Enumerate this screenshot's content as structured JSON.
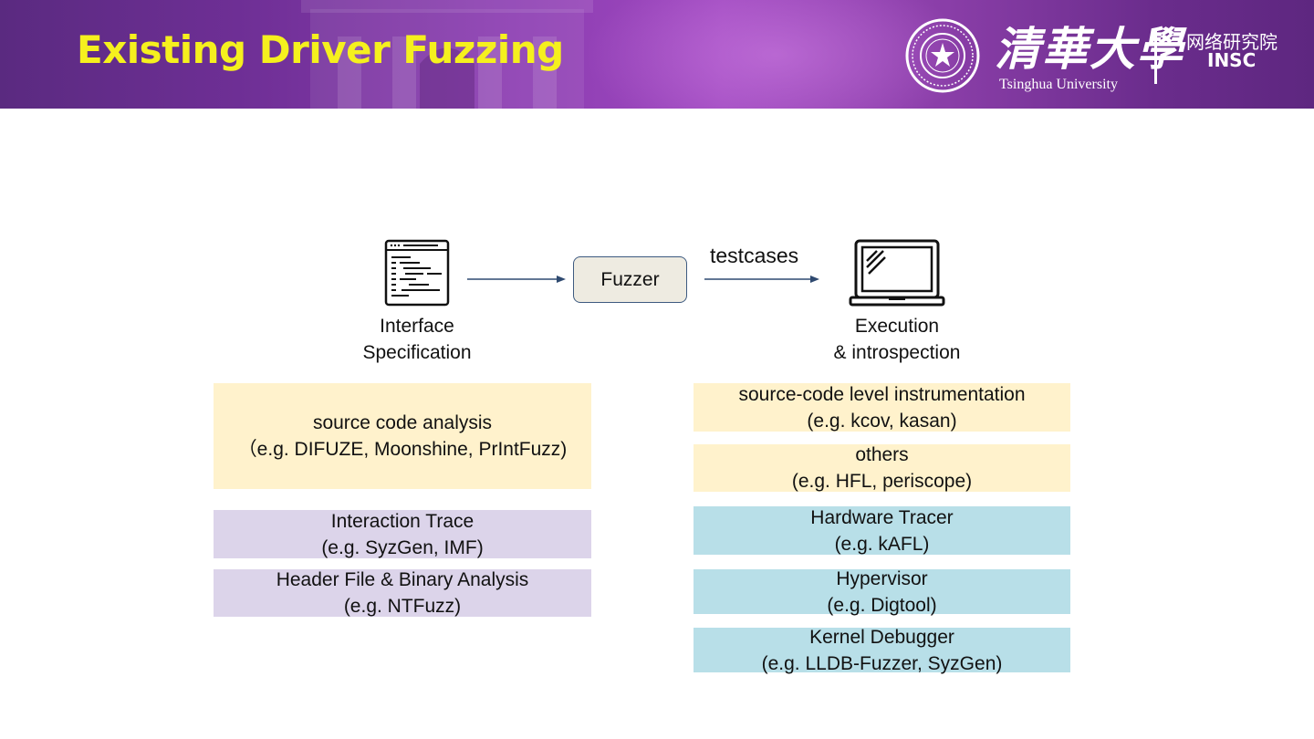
{
  "header": {
    "title": "Existing Driver Fuzzing",
    "university_cn": "清華大學",
    "university_en": "Tsinghua University",
    "lab_cn": "网络研究院",
    "lab_en": "INSC"
  },
  "flow": {
    "left_label_line1": "Interface",
    "left_label_line2": "Specification",
    "center_label": "Fuzzer",
    "edge_label": "testcases",
    "right_label_line1": "Execution",
    "right_label_line2": "& introspection"
  },
  "left_column": [
    {
      "line1": "source code analysis",
      "line2": "（e.g. DIFUZE, Moonshine, PrIntFuzz)",
      "color": "#fff2cc"
    },
    {
      "line1": "Interaction Trace",
      "line2": "(e.g. SyzGen, IMF)",
      "color": "#dcd4ea"
    },
    {
      "line1": "Header File & Binary Analysis",
      "line2": "(e.g. NTFuzz)",
      "color": "#dcd4ea"
    }
  ],
  "right_column": [
    {
      "line1": "source-code level instrumentation",
      "line2": "(e.g. kcov, kasan)",
      "color": "#fff2cc"
    },
    {
      "line1": "others",
      "line2": "(e.g. HFL, periscope)",
      "color": "#fff2cc"
    },
    {
      "line1": "Hardware Tracer",
      "line2": "(e.g. kAFL)",
      "color": "#b8dfe8"
    },
    {
      "line1": "Hypervisor",
      "line2": "(e.g. Digtool)",
      "color": "#b8dfe8"
    },
    {
      "line1": "Kernel Debugger",
      "line2": "(e.g. LLDB-Fuzzer, SyzGen)",
      "color": "#b8dfe8"
    }
  ]
}
